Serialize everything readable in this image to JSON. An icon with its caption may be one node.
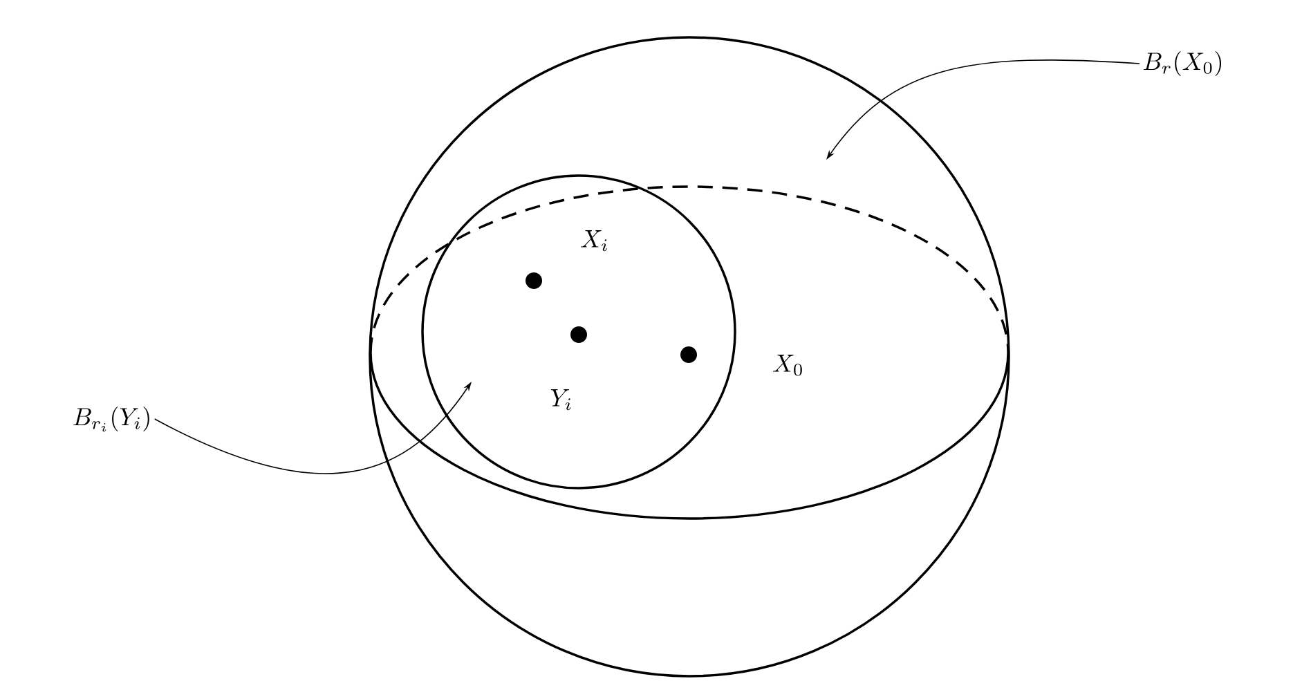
{
  "diagram": {
    "nodes": [
      {
        "text": [],
        "shape": "circle"
      },
      {
        "text": [],
        "shape": "circle",
        "in": 0
      },
      {
        "text": [
          "B_r(X_0)"
        ]
      },
      {
        "text": [
          "B_{r_i}(Y_i)"
        ]
      }
    ],
    "edges": [
      {
        "from": 2,
        "to": 0,
        "arrow": "to"
      },
      {
        "from": 3,
        "to": 1,
        "arrow": "to"
      }
    ],
    "labels": [
      "X_i",
      "Y_i",
      "X_0"
    ]
  }
}
